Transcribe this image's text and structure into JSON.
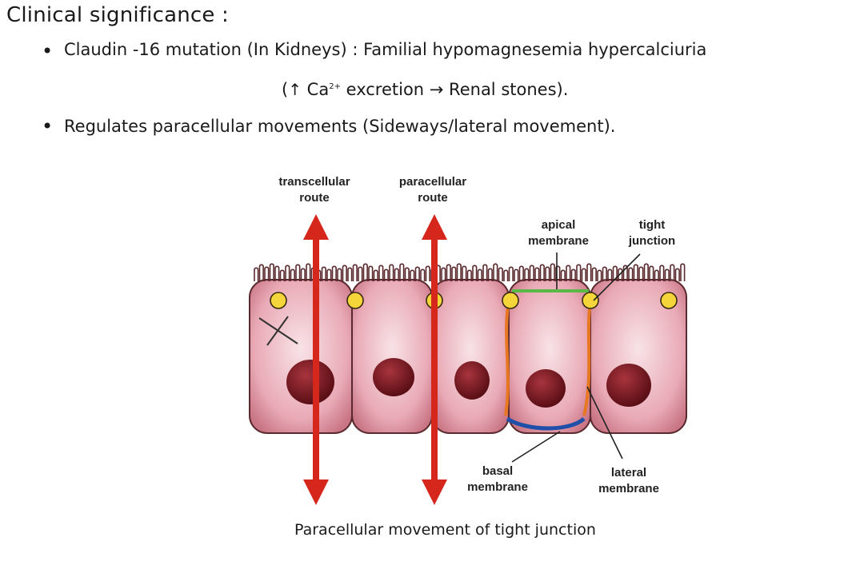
{
  "heading": "Clinical significance :",
  "bullets": [
    {
      "lead": "Claudin -16 mutation (In Kidneys) : Familial hypomagnesemia hypercalciuria",
      "cont_open": "(",
      "cont_arrow": "↑",
      "cont_ion": "Ca",
      "cont_charge": "2+",
      "cont_rest": "excretion → Renal stones)."
    },
    {
      "text": "Regulates paracellular movements (Sideways/lateral movement)."
    }
  ],
  "figure": {
    "labels": {
      "transcellular_1": "transcellular",
      "transcellular_2": "route",
      "paracellular_1": "paracellular",
      "paracellular_2": "route",
      "apical_1": "apical",
      "apical_2": "membrane",
      "tight_1": "tight",
      "tight_2": "junction",
      "basal_1": "basal",
      "basal_2": "membrane",
      "lateral_1": "lateral",
      "lateral_2": "membrane"
    },
    "colors": {
      "cell_fill": "#e8a8b4",
      "cell_border": "#5a2a2e",
      "nucleus": "#7a1a22",
      "route_arrow": "#d6271c",
      "tight_junction": "#f4d63a",
      "apical_highlight": "#58b947",
      "lateral_highlight": "#e87722",
      "basal_highlight": "#1f4fa8"
    },
    "caption": "Paracellular movement of tight junction"
  }
}
